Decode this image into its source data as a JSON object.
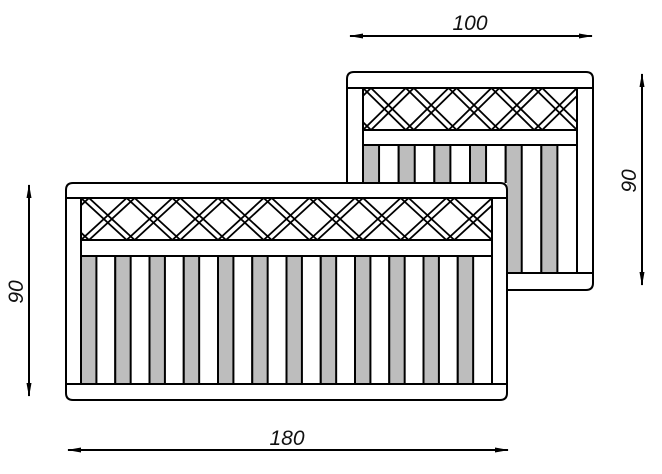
{
  "diagram": {
    "title": "",
    "colors": {
      "line": "#000000",
      "slat_fill": "#bdbdbd",
      "background": "#ffffff"
    },
    "fences": [
      {
        "id": "small",
        "width_label": "100",
        "height_label": "90",
        "grey_slats": 6,
        "lattice_cells": 5
      },
      {
        "id": "large",
        "width_label": "180",
        "height_label": "90",
        "grey_slats": 12,
        "lattice_cells": 9
      }
    ]
  }
}
